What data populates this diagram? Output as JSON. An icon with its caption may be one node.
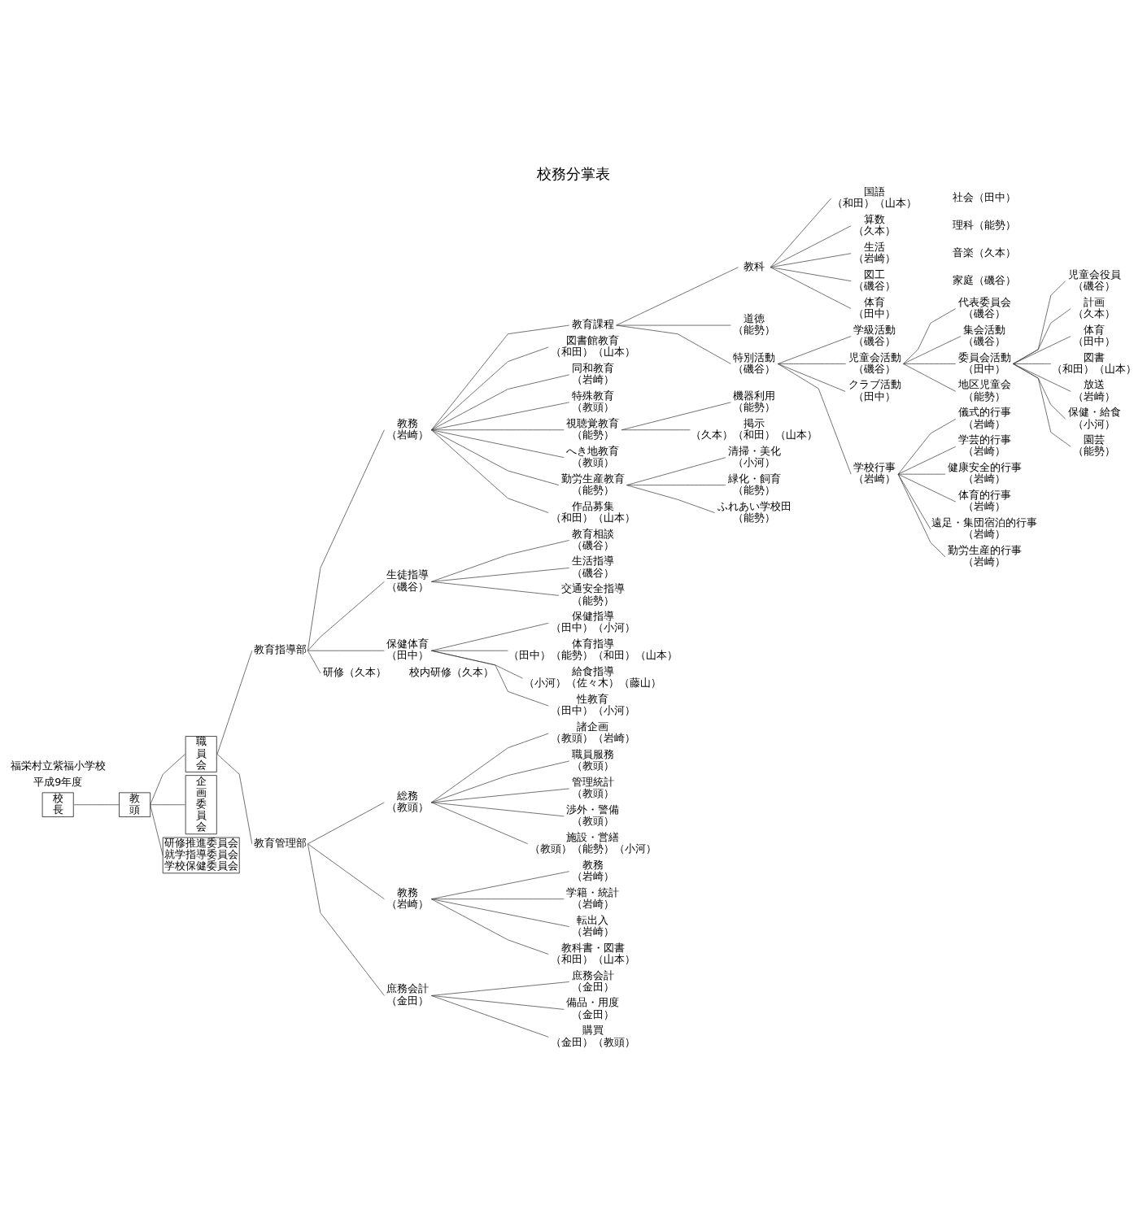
{
  "diagram": {
    "title": "校務分掌表",
    "nodes": [
      {
        "text": [
          "校長"
        ]
      },
      {
        "text": [
          "教頭"
        ]
      },
      {
        "text": [
          "職員会"
        ]
      },
      {
        "text": [
          "企画委員会"
        ]
      },
      {
        "text": [
          "研修推進委員会",
          "就学指導委員会",
          "学校保健委員会"
        ]
      },
      {
        "text": [
          "教育指導部"
        ]
      },
      {
        "text": [
          "教育管理部"
        ]
      },
      {
        "text": [
          "教務（岩崎）"
        ]
      },
      {
        "text": [
          "生徒指導（磯谷）"
        ]
      },
      {
        "text": [
          "保健体育（田中）"
        ]
      },
      {
        "text": [
          "研修（久本）"
        ],
        "beside": [
          "校内研修（久本）"
        ]
      },
      {
        "text": [
          "教育課程"
        ]
      },
      {
        "text": [
          "図書館教育（和田）（山本）"
        ]
      },
      {
        "text": [
          "同和教育（岩崎）"
        ]
      },
      {
        "text": [
          "特殊教育（教頭）"
        ]
      },
      {
        "text": [
          "視聴覚教育（能勢）"
        ]
      },
      {
        "text": [
          "へき地教育（教頭）"
        ]
      },
      {
        "text": [
          "勤労生産教育（能勢）"
        ]
      },
      {
        "text": [
          "作品募集（和田）（山本）"
        ]
      },
      {
        "text": [
          "教科"
        ]
      },
      {
        "text": [
          "道徳（能勢）"
        ]
      },
      {
        "text": [
          "特別活動（磯谷）"
        ]
      },
      {
        "text": [
          "国語（和田）（山本）"
        ]
      },
      {
        "text": [
          "算数（久本）"
        ]
      },
      {
        "text": [
          "生活（岩崎）"
        ]
      },
      {
        "text": [
          "図工（磯谷）"
        ]
      },
      {
        "text": [
          "体育（田中）"
        ]
      },
      {
        "text": [
          "学級活動（磯谷）"
        ]
      },
      {
        "text": [
          "児童会活動（磯谷）"
        ]
      },
      {
        "text": [
          "クラブ活動（田中）"
        ]
      },
      {
        "text": [
          "学校行事（岩崎）"
        ]
      },
      {
        "text": [
          "代表委員会（磯谷）"
        ]
      },
      {
        "text": [
          "集会活動（磯谷）"
        ]
      },
      {
        "text": [
          "委員会活動（田中）"
        ]
      },
      {
        "text": [
          "地区児童会（能勢）"
        ]
      },
      {
        "text": [
          "児童会役員（磯谷）"
        ]
      },
      {
        "text": [
          "計画（久本）"
        ]
      },
      {
        "text": [
          "体育（田中）"
        ]
      },
      {
        "text": [
          "図書（和田）（山本）"
        ]
      },
      {
        "text": [
          "放送（岩崎）"
        ]
      },
      {
        "text": [
          "保健・給食（小河）"
        ]
      },
      {
        "text": [
          "園芸（能勢）"
        ]
      },
      {
        "text": [
          "儀式的行事（岩崎）"
        ]
      },
      {
        "text": [
          "学芸的行事（岩崎）"
        ]
      },
      {
        "text": [
          "健康安全的行事（岩崎）"
        ]
      },
      {
        "text": [
          "体育的行事（岩崎）"
        ]
      },
      {
        "text": [
          "遠足・集団宿泊的行事（岩崎）"
        ]
      },
      {
        "text": [
          "勤労生産的行事（岩崎）"
        ]
      },
      {
        "text": [
          "機器利用（能勢）"
        ]
      },
      {
        "text": [
          "掲示（久本）（和田）（山本）"
        ]
      },
      {
        "text": [
          "清掃・美化（小河）"
        ]
      },
      {
        "text": [
          "緑化・飼育（能勢）"
        ]
      },
      {
        "text": [
          "ふれあい学校田（能勢）"
        ]
      },
      {
        "text": [
          "教育相談（磯谷）"
        ]
      },
      {
        "text": [
          "生活指導（磯谷）"
        ]
      },
      {
        "text": [
          "交通安全指導（能勢）"
        ]
      },
      {
        "text": [
          "保健指導（田中）（小河）"
        ]
      },
      {
        "text": [
          "体育指導（田中）（能勢）（和田）（山本）"
        ]
      },
      {
        "text": [
          "給食指導（小河）（佐々木）（藤山）"
        ]
      },
      {
        "text": [
          "性教育（田中）（小河）"
        ]
      },
      {
        "text": [
          "総務（教頭）"
        ]
      },
      {
        "text": [
          "教務（岩崎）"
        ]
      },
      {
        "text": [
          "庶務会計（金田）"
        ]
      },
      {
        "text": [
          "諸企画（教頭）（岩崎）"
        ]
      },
      {
        "text": [
          "職員服務（教頭）"
        ]
      },
      {
        "text": [
          "管理統計（教頭）"
        ]
      },
      {
        "text": [
          "渉外・警備（教頭）"
        ]
      },
      {
        "text": [
          "施設・営繕（教頭）（能勢）（小河）"
        ]
      },
      {
        "text": [
          "教務（岩崎）"
        ]
      },
      {
        "text": [
          "学籍・統計（岩崎）"
        ]
      },
      {
        "text": [
          "転出入（岩崎）"
        ]
      },
      {
        "text": [
          "教科書・図書（和田）（山本）"
        ]
      },
      {
        "text": [
          "庶務会計（金田）"
        ]
      },
      {
        "text": [
          "備品・用度（金田）"
        ]
      },
      {
        "text": [
          "購買（金田）（教頭）"
        ]
      }
    ],
    "edges": [
      {
        "from": 0,
        "to": 1,
        "arrow": "none"
      },
      {
        "from": 1,
        "to": 3,
        "arrow": "none"
      },
      {
        "from": 1,
        "to": 2,
        "arrow": "none"
      },
      {
        "from": 1,
        "to": 4,
        "arrow": "none"
      },
      {
        "from": 2,
        "to": 5,
        "arrow": "none"
      },
      {
        "from": 2,
        "to": 6,
        "arrow": "none"
      },
      {
        "from": 5,
        "to": 7,
        "arrow": "none"
      },
      {
        "from": 5,
        "to": 8,
        "arrow": "none"
      },
      {
        "from": 5,
        "to": 9,
        "arrow": "none"
      },
      {
        "from": 5,
        "to": 10,
        "arrow": "none"
      },
      {
        "from": 7,
        "to": 11,
        "arrow": "none"
      },
      {
        "from": 7,
        "to": 12,
        "arrow": "none"
      },
      {
        "from": 7,
        "to": 13,
        "arrow": "none"
      },
      {
        "from": 7,
        "to": 14,
        "arrow": "none"
      },
      {
        "from": 7,
        "to": 15,
        "arrow": "none"
      },
      {
        "from": 7,
        "to": 16,
        "arrow": "none"
      },
      {
        "from": 7,
        "to": 17,
        "arrow": "none"
      },
      {
        "from": 7,
        "to": 18,
        "arrow": "none"
      },
      {
        "from": 11,
        "to": 19,
        "arrow": "none"
      },
      {
        "from": 11,
        "to": 20,
        "arrow": "none"
      },
      {
        "from": 11,
        "to": 21,
        "arrow": "none"
      },
      {
        "from": 19,
        "to": 22,
        "arrow": "none"
      },
      {
        "from": 19,
        "to": 23,
        "arrow": "none"
      },
      {
        "from": 19,
        "to": 24,
        "arrow": "none"
      },
      {
        "from": 19,
        "to": 25,
        "arrow": "none"
      },
      {
        "from": 19,
        "to": 26,
        "arrow": "none"
      },
      {
        "from": 21,
        "to": 27,
        "arrow": "none"
      },
      {
        "from": 21,
        "to": 28,
        "arrow": "none"
      },
      {
        "from": 21,
        "to": 29,
        "arrow": "none"
      },
      {
        "from": 21,
        "to": 30,
        "arrow": "none"
      },
      {
        "from": 28,
        "to": 31,
        "arrow": "none"
      },
      {
        "from": 28,
        "to": 32,
        "arrow": "none"
      },
      {
        "from": 28,
        "to": 33,
        "arrow": "none"
      },
      {
        "from": 28,
        "to": 34,
        "arrow": "none"
      },
      {
        "from": 33,
        "to": 35,
        "arrow": "none"
      },
      {
        "from": 33,
        "to": 36,
        "arrow": "none"
      },
      {
        "from": 33,
        "to": 37,
        "arrow": "none"
      },
      {
        "from": 33,
        "to": 38,
        "arrow": "none"
      },
      {
        "from": 33,
        "to": 39,
        "arrow": "none"
      },
      {
        "from": 33,
        "to": 40,
        "arrow": "none"
      },
      {
        "from": 33,
        "to": 41,
        "arrow": "none"
      },
      {
        "from": 30,
        "to": 42,
        "arrow": "none"
      },
      {
        "from": 30,
        "to": 43,
        "arrow": "none"
      },
      {
        "from": 30,
        "to": 44,
        "arrow": "none"
      },
      {
        "from": 30,
        "to": 45,
        "arrow": "none"
      },
      {
        "from": 30,
        "to": 46,
        "arrow": "none"
      },
      {
        "from": 30,
        "to": 47,
        "arrow": "none"
      },
      {
        "from": 15,
        "to": 48,
        "arrow": "none"
      },
      {
        "from": 15,
        "to": 49,
        "arrow": "none"
      },
      {
        "from": 17,
        "to": 50,
        "arrow": "none"
      },
      {
        "from": 17,
        "to": 51,
        "arrow": "none"
      },
      {
        "from": 17,
        "to": 52,
        "arrow": "none"
      },
      {
        "from": 8,
        "to": 53,
        "arrow": "none"
      },
      {
        "from": 8,
        "to": 54,
        "arrow": "none"
      },
      {
        "from": 8,
        "to": 55,
        "arrow": "none"
      },
      {
        "from": 9,
        "to": 56,
        "arrow": "none"
      },
      {
        "from": 9,
        "to": 57,
        "arrow": "none"
      },
      {
        "from": 9,
        "to": 58,
        "arrow": "none"
      },
      {
        "from": 9,
        "to": 59,
        "arrow": "none"
      },
      {
        "from": 6,
        "to": 60,
        "arrow": "none"
      },
      {
        "from": 6,
        "to": 61,
        "arrow": "none"
      },
      {
        "from": 6,
        "to": 62,
        "arrow": "none"
      },
      {
        "from": 60,
        "to": 63,
        "arrow": "none"
      },
      {
        "from": 60,
        "to": 64,
        "arrow": "none"
      },
      {
        "from": 60,
        "to": 65,
        "arrow": "none"
      },
      {
        "from": 60,
        "to": 66,
        "arrow": "none"
      },
      {
        "from": 60,
        "to": 67,
        "arrow": "none"
      },
      {
        "from": 61,
        "to": 68,
        "arrow": "none"
      },
      {
        "from": 61,
        "to": 69,
        "arrow": "none"
      },
      {
        "from": 61,
        "to": 70,
        "arrow": "none"
      },
      {
        "from": 61,
        "to": 71,
        "arrow": "none"
      },
      {
        "from": 62,
        "to": 72,
        "arrow": "none"
      },
      {
        "from": 62,
        "to": 73,
        "arrow": "none"
      },
      {
        "from": 62,
        "to": 74,
        "arrow": "none"
      }
    ],
    "labels": [
      "平成9年度",
      "福栄村立紫福小学校",
      "社会（田中）",
      "理科（能勢）",
      "音楽（久本）",
      "家庭（磯谷）"
    ]
  }
}
